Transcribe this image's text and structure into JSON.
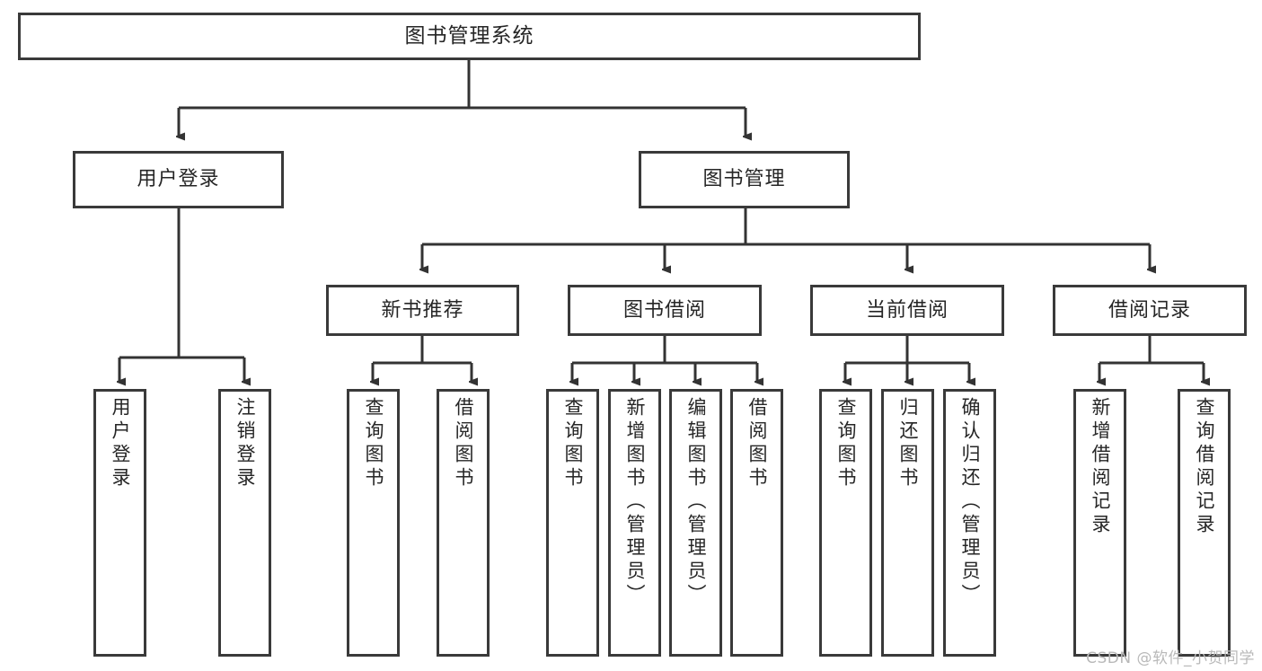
{
  "diagram": {
    "title": "图书管理系统",
    "type": "tree-hierarchy-diagram",
    "colors": {
      "box_border": "#3a3a3a",
      "box_fill": "#ffffff",
      "connector": "#333333",
      "text": "#262626",
      "watermark": "#b9b9b9"
    },
    "root": {
      "label": "图书管理系统"
    },
    "level2": [
      {
        "label": "用户登录"
      },
      {
        "label": "图书管理"
      }
    ],
    "level3": [
      {
        "label": "新书推荐"
      },
      {
        "label": "图书借阅"
      },
      {
        "label": "当前借阅"
      },
      {
        "label": "借阅记录"
      }
    ],
    "leaves": {
      "user_login": [
        {
          "label": "用户登录"
        },
        {
          "label": "注销登录"
        }
      ],
      "new_book_recommend": [
        {
          "label": "查询图书"
        },
        {
          "label": "借阅图书"
        }
      ],
      "book_borrow": [
        {
          "label": "查询图书"
        },
        {
          "label": "新增图书（管理员）"
        },
        {
          "label": "编辑图书（管理员）"
        },
        {
          "label": "借阅图书"
        }
      ],
      "current_borrow": [
        {
          "label": "查询图书"
        },
        {
          "label": "归还图书"
        },
        {
          "label": "确认归还（管理员）"
        }
      ],
      "borrow_record": [
        {
          "label": "新增借阅记录"
        },
        {
          "label": "查询借阅记录"
        }
      ]
    },
    "watermark": "CSDN @软件_小贺同学"
  }
}
